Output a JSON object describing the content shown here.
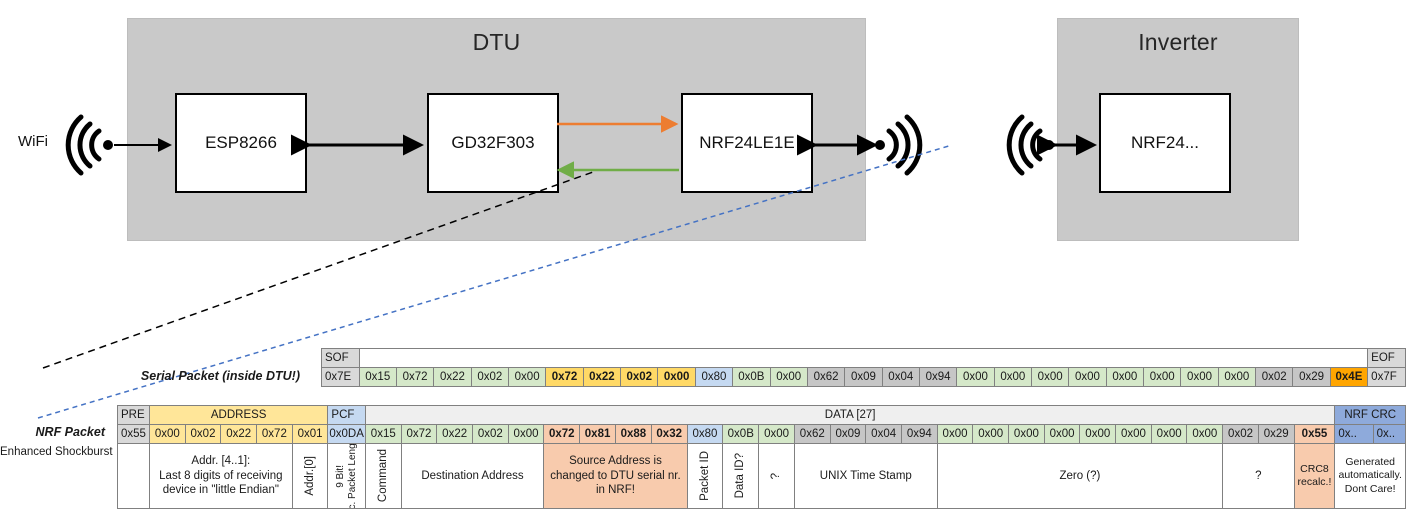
{
  "diagram": {
    "dtu": {
      "title": "DTU",
      "chips": [
        "ESP8266",
        "GD32F303",
        "NRF24LE1E"
      ],
      "wifi_label": "WiFi"
    },
    "inverter": {
      "title": "Inverter",
      "chips": [
        "NRF24..."
      ]
    },
    "arrow_colors": {
      "tx": "#ED7D31",
      "rx": "#70AD47",
      "bus": "#000000"
    }
  },
  "serial_packet": {
    "label": "Serial Packet (inside DTU!)",
    "sof_header": "SOF",
    "eof_header": "EOF",
    "sof": "0x7E",
    "eof": "0x7F",
    "bytes": [
      {
        "v": "0x15",
        "fill": "f-green",
        "bold": false
      },
      {
        "v": "0x72",
        "fill": "f-green",
        "bold": false
      },
      {
        "v": "0x22",
        "fill": "f-green",
        "bold": false
      },
      {
        "v": "0x02",
        "fill": "f-green",
        "bold": false
      },
      {
        "v": "0x00",
        "fill": "f-green",
        "bold": false
      },
      {
        "v": "0x72",
        "fill": "f-gold",
        "bold": true
      },
      {
        "v": "0x22",
        "fill": "f-gold",
        "bold": true
      },
      {
        "v": "0x02",
        "fill": "f-gold",
        "bold": true
      },
      {
        "v": "0x00",
        "fill": "f-gold",
        "bold": true
      },
      {
        "v": "0x80",
        "fill": "f-blue",
        "bold": false
      },
      {
        "v": "0x0B",
        "fill": "f-green",
        "bold": false
      },
      {
        "v": "0x00",
        "fill": "f-green",
        "bold": false
      },
      {
        "v": "0x62",
        "fill": "f-dgray",
        "bold": false
      },
      {
        "v": "0x09",
        "fill": "f-dgray",
        "bold": false
      },
      {
        "v": "0x04",
        "fill": "f-dgray",
        "bold": false
      },
      {
        "v": "0x94",
        "fill": "f-dgray",
        "bold": false
      },
      {
        "v": "0x00",
        "fill": "f-green",
        "bold": false
      },
      {
        "v": "0x00",
        "fill": "f-green",
        "bold": false
      },
      {
        "v": "0x00",
        "fill": "f-green",
        "bold": false
      },
      {
        "v": "0x00",
        "fill": "f-green",
        "bold": false
      },
      {
        "v": "0x00",
        "fill": "f-green",
        "bold": false
      },
      {
        "v": "0x00",
        "fill": "f-green",
        "bold": false
      },
      {
        "v": "0x00",
        "fill": "f-green",
        "bold": false
      },
      {
        "v": "0x00",
        "fill": "f-green",
        "bold": false
      },
      {
        "v": "0x02",
        "fill": "f-dgray",
        "bold": false
      },
      {
        "v": "0x29",
        "fill": "f-dgray",
        "bold": false
      },
      {
        "v": "0x4E",
        "fill": "f-orange",
        "bold": true
      }
    ]
  },
  "nrf_packet": {
    "label": "NRF Packet",
    "sublabel": "Enhanced Shockburst",
    "headers": {
      "pre": "PRE",
      "address": "ADDRESS",
      "pcf": "PCF",
      "data": "DATA [27]",
      "crc": "NRF CRC"
    },
    "pre": "0x55",
    "address": [
      "0x00",
      "0x02",
      "0x22",
      "0x72",
      "0x01"
    ],
    "pcf": "0x0DA",
    "bytes": [
      {
        "v": "0x15",
        "fill": "f-green",
        "bold": false
      },
      {
        "v": "0x72",
        "fill": "f-green",
        "bold": false
      },
      {
        "v": "0x22",
        "fill": "f-green",
        "bold": false
      },
      {
        "v": "0x02",
        "fill": "f-green",
        "bold": false
      },
      {
        "v": "0x00",
        "fill": "f-green",
        "bold": false
      },
      {
        "v": "0x72",
        "fill": "f-salmon",
        "bold": true
      },
      {
        "v": "0x81",
        "fill": "f-salmon",
        "bold": true
      },
      {
        "v": "0x88",
        "fill": "f-salmon",
        "bold": true
      },
      {
        "v": "0x32",
        "fill": "f-salmon",
        "bold": true
      },
      {
        "v": "0x80",
        "fill": "f-blue",
        "bold": false
      },
      {
        "v": "0x0B",
        "fill": "f-green",
        "bold": false
      },
      {
        "v": "0x00",
        "fill": "f-green",
        "bold": false
      },
      {
        "v": "0x62",
        "fill": "f-dgray",
        "bold": false
      },
      {
        "v": "0x09",
        "fill": "f-dgray",
        "bold": false
      },
      {
        "v": "0x04",
        "fill": "f-dgray",
        "bold": false
      },
      {
        "v": "0x94",
        "fill": "f-dgray",
        "bold": false
      },
      {
        "v": "0x00",
        "fill": "f-green",
        "bold": false
      },
      {
        "v": "0x00",
        "fill": "f-green",
        "bold": false
      },
      {
        "v": "0x00",
        "fill": "f-green",
        "bold": false
      },
      {
        "v": "0x00",
        "fill": "f-green",
        "bold": false
      },
      {
        "v": "0x00",
        "fill": "f-green",
        "bold": false
      },
      {
        "v": "0x00",
        "fill": "f-green",
        "bold": false
      },
      {
        "v": "0x00",
        "fill": "f-green",
        "bold": false
      },
      {
        "v": "0x00",
        "fill": "f-green",
        "bold": false
      },
      {
        "v": "0x02",
        "fill": "f-dgray",
        "bold": false
      },
      {
        "v": "0x29",
        "fill": "f-dgray",
        "bold": false
      },
      {
        "v": "0x55",
        "fill": "f-salmon",
        "bold": true
      }
    ],
    "crc_bytes": [
      "0x..",
      "0x.."
    ],
    "notes": {
      "address": "Addr. [4..1]:\nLast 8 digits of receiving device in \"little Endian\"",
      "addr0": "Addr.[0]",
      "pcf_a": "9 Bit!",
      "pcf_b": "Inc. Packet Length",
      "command": "Command",
      "destination": "Destination Address",
      "source": "Source Address is changed to DTU serial nr. in NRF!",
      "packet_id": "Packet ID",
      "data_id": "Data ID?",
      "unknown1": "?",
      "timestamp": "UNIX Time Stamp",
      "zero": "Zero (?)",
      "unknown2": "?",
      "crc8": "CRC8 recalc.!",
      "nrf_crc": "Generated automatically. Dont Care!"
    }
  }
}
